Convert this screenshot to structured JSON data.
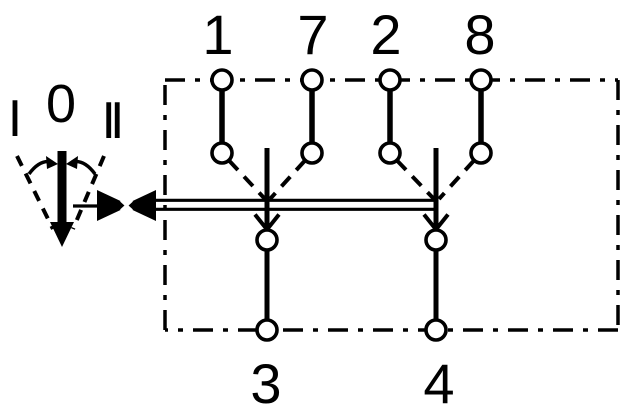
{
  "colors": {
    "ink": "#000000",
    "paper": "#ffffff"
  },
  "position_indicator": {
    "left": "I",
    "neutral": "0",
    "right": "II"
  },
  "terminals": {
    "top": [
      "1",
      "7",
      "2",
      "8"
    ],
    "bottom": [
      "3",
      "4"
    ]
  },
  "icons": {
    "lever": "thick-down-arrow",
    "rotation_left": "small-curved-arrow-pointing-right",
    "rotation_right": "small-curved-arrow-pointing-left",
    "detent": "two-opposed-solid-arrowheads-with-white-x",
    "travel_range": "dashed-v-fan",
    "body": "dash-dot-rectangle-outline"
  }
}
